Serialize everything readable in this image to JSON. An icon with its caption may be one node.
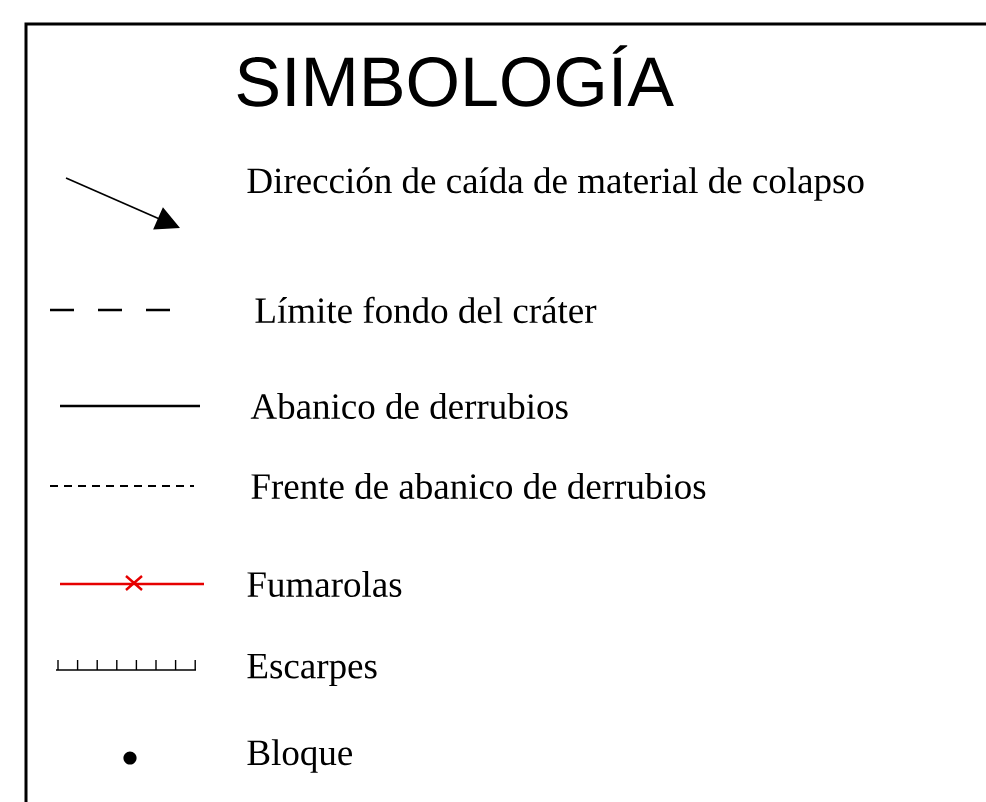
{
  "diagram": {
    "title": "SIMBOLOGÍA",
    "legend": [
      {
        "text": "Dirección de caída de material de colapso"
      },
      {
        "text": "Límite fondo del cráter"
      },
      {
        "text": "Abanico de derrubios"
      },
      {
        "text": "Frente de abanico de derrubios"
      },
      {
        "text": "Fumarolas"
      },
      {
        "text": "Escarpes"
      },
      {
        "text": "Bloque"
      }
    ]
  }
}
